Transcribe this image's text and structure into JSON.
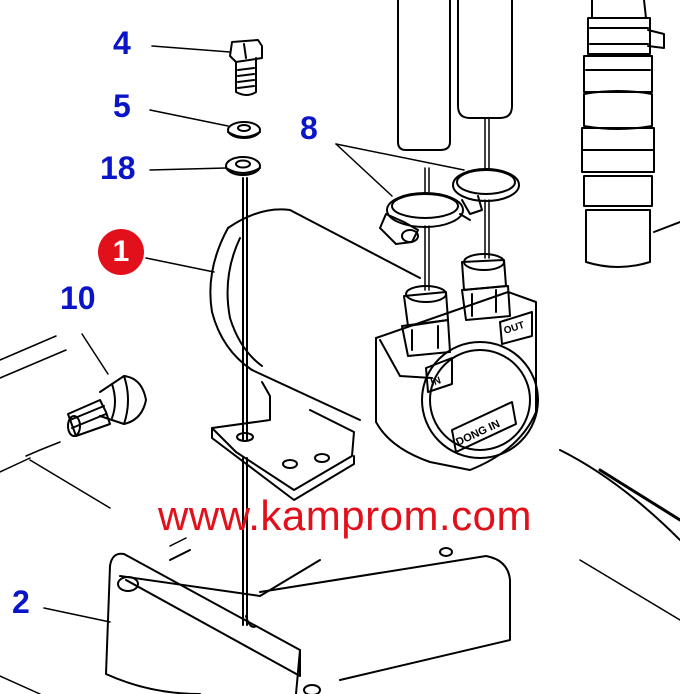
{
  "callouts": {
    "c4": "4",
    "c5": "5",
    "c18": "18",
    "c8": "8",
    "c1": "1",
    "c10": "10",
    "c2": "2"
  },
  "pump_labels": {
    "in": "IN",
    "out": "OUT",
    "brand": "DONG IN"
  },
  "watermark": "www.kamprom.com",
  "colors": {
    "callout": "#0a14c8",
    "badge": "#e2101a",
    "watermark": "#e2101a",
    "line": "#000000"
  }
}
